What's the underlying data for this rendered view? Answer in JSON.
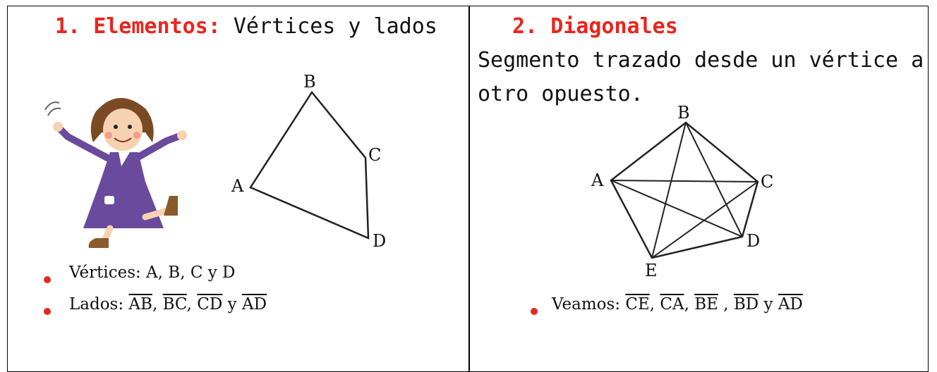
{
  "left_panel": {
    "heading_number": "1.",
    "heading_key": "Elementos:",
    "heading_rest": "Vértices y lados",
    "vertex_labels": [
      "A",
      "B",
      "C",
      "D"
    ],
    "bullets": {
      "vertices_prefix": "Vértices: A, B, C y D",
      "sides_prefix": "Lados:",
      "sides": [
        "AB",
        "BC",
        "CD",
        "AD"
      ],
      "sides_join": "y"
    }
  },
  "right_panel": {
    "heading_number": "2.",
    "heading_key": "Diagonales",
    "description_line1": "Segmento trazado desde un vértice a",
    "description_line2": "otro opuesto.",
    "vertex_labels": [
      "A",
      "B",
      "C",
      "D",
      "E"
    ],
    "bullet": {
      "prefix": "Veamos:",
      "segments": [
        "CE",
        "CA",
        "BE",
        "BD",
        "AD"
      ],
      "join": "y"
    }
  },
  "colors": {
    "accent": "#e8261c",
    "girl_dress": "#6a4a9c"
  }
}
